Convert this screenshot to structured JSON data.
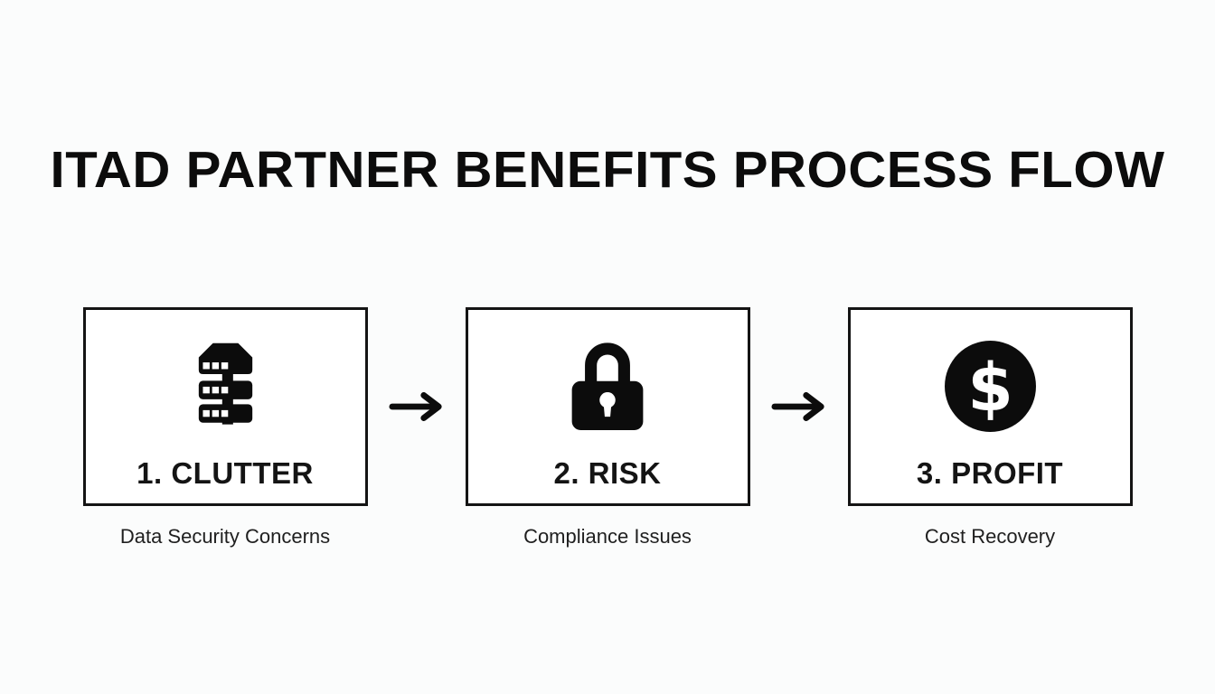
{
  "title": "ITAD PARTNER BENEFITS PROCESS FLOW",
  "steps": [
    {
      "label": "1. CLUTTER",
      "caption": "Data Security Concerns",
      "icon": "server-stack-icon"
    },
    {
      "label": "2. RISK",
      "caption": "Compliance Issues",
      "icon": "padlock-icon"
    },
    {
      "label": "3. PROFIT",
      "caption": "Cost Recovery",
      "icon": "dollar-coin-icon"
    }
  ],
  "connector_icon": "arrow-right-icon",
  "dollar_glyph": "$",
  "colors": {
    "background": "#fbfcfc",
    "box_background": "#ffffff",
    "ink": "#141414"
  }
}
